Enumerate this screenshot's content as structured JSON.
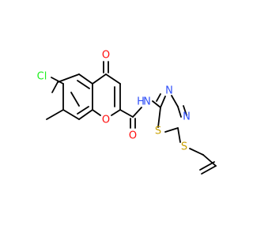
{
  "molecule": {
    "bond_color": "#000000",
    "atoms": [
      {
        "id": "O_ketone",
        "label": "O",
        "color": "#ff0d0d"
      },
      {
        "id": "Cl",
        "label": "Cl",
        "color": "#1ff01f"
      },
      {
        "id": "O_ring",
        "label": "O",
        "color": "#ff0d0d"
      },
      {
        "id": "O_amide",
        "label": "O",
        "color": "#ff0d0d"
      },
      {
        "id": "N_amide",
        "label": "N",
        "color": "#3050f8"
      },
      {
        "id": "H_amide",
        "label": "H",
        "color": "#3050f8"
      },
      {
        "id": "N_thiadiazole_1",
        "label": "N",
        "color": "#3050f8"
      },
      {
        "id": "N_thiadiazole_2",
        "label": "N",
        "color": "#3050f8"
      },
      {
        "id": "S_ring",
        "label": "S",
        "color": "#c8a000"
      },
      {
        "id": "S_thioether",
        "label": "S",
        "color": "#c8a000"
      }
    ]
  }
}
